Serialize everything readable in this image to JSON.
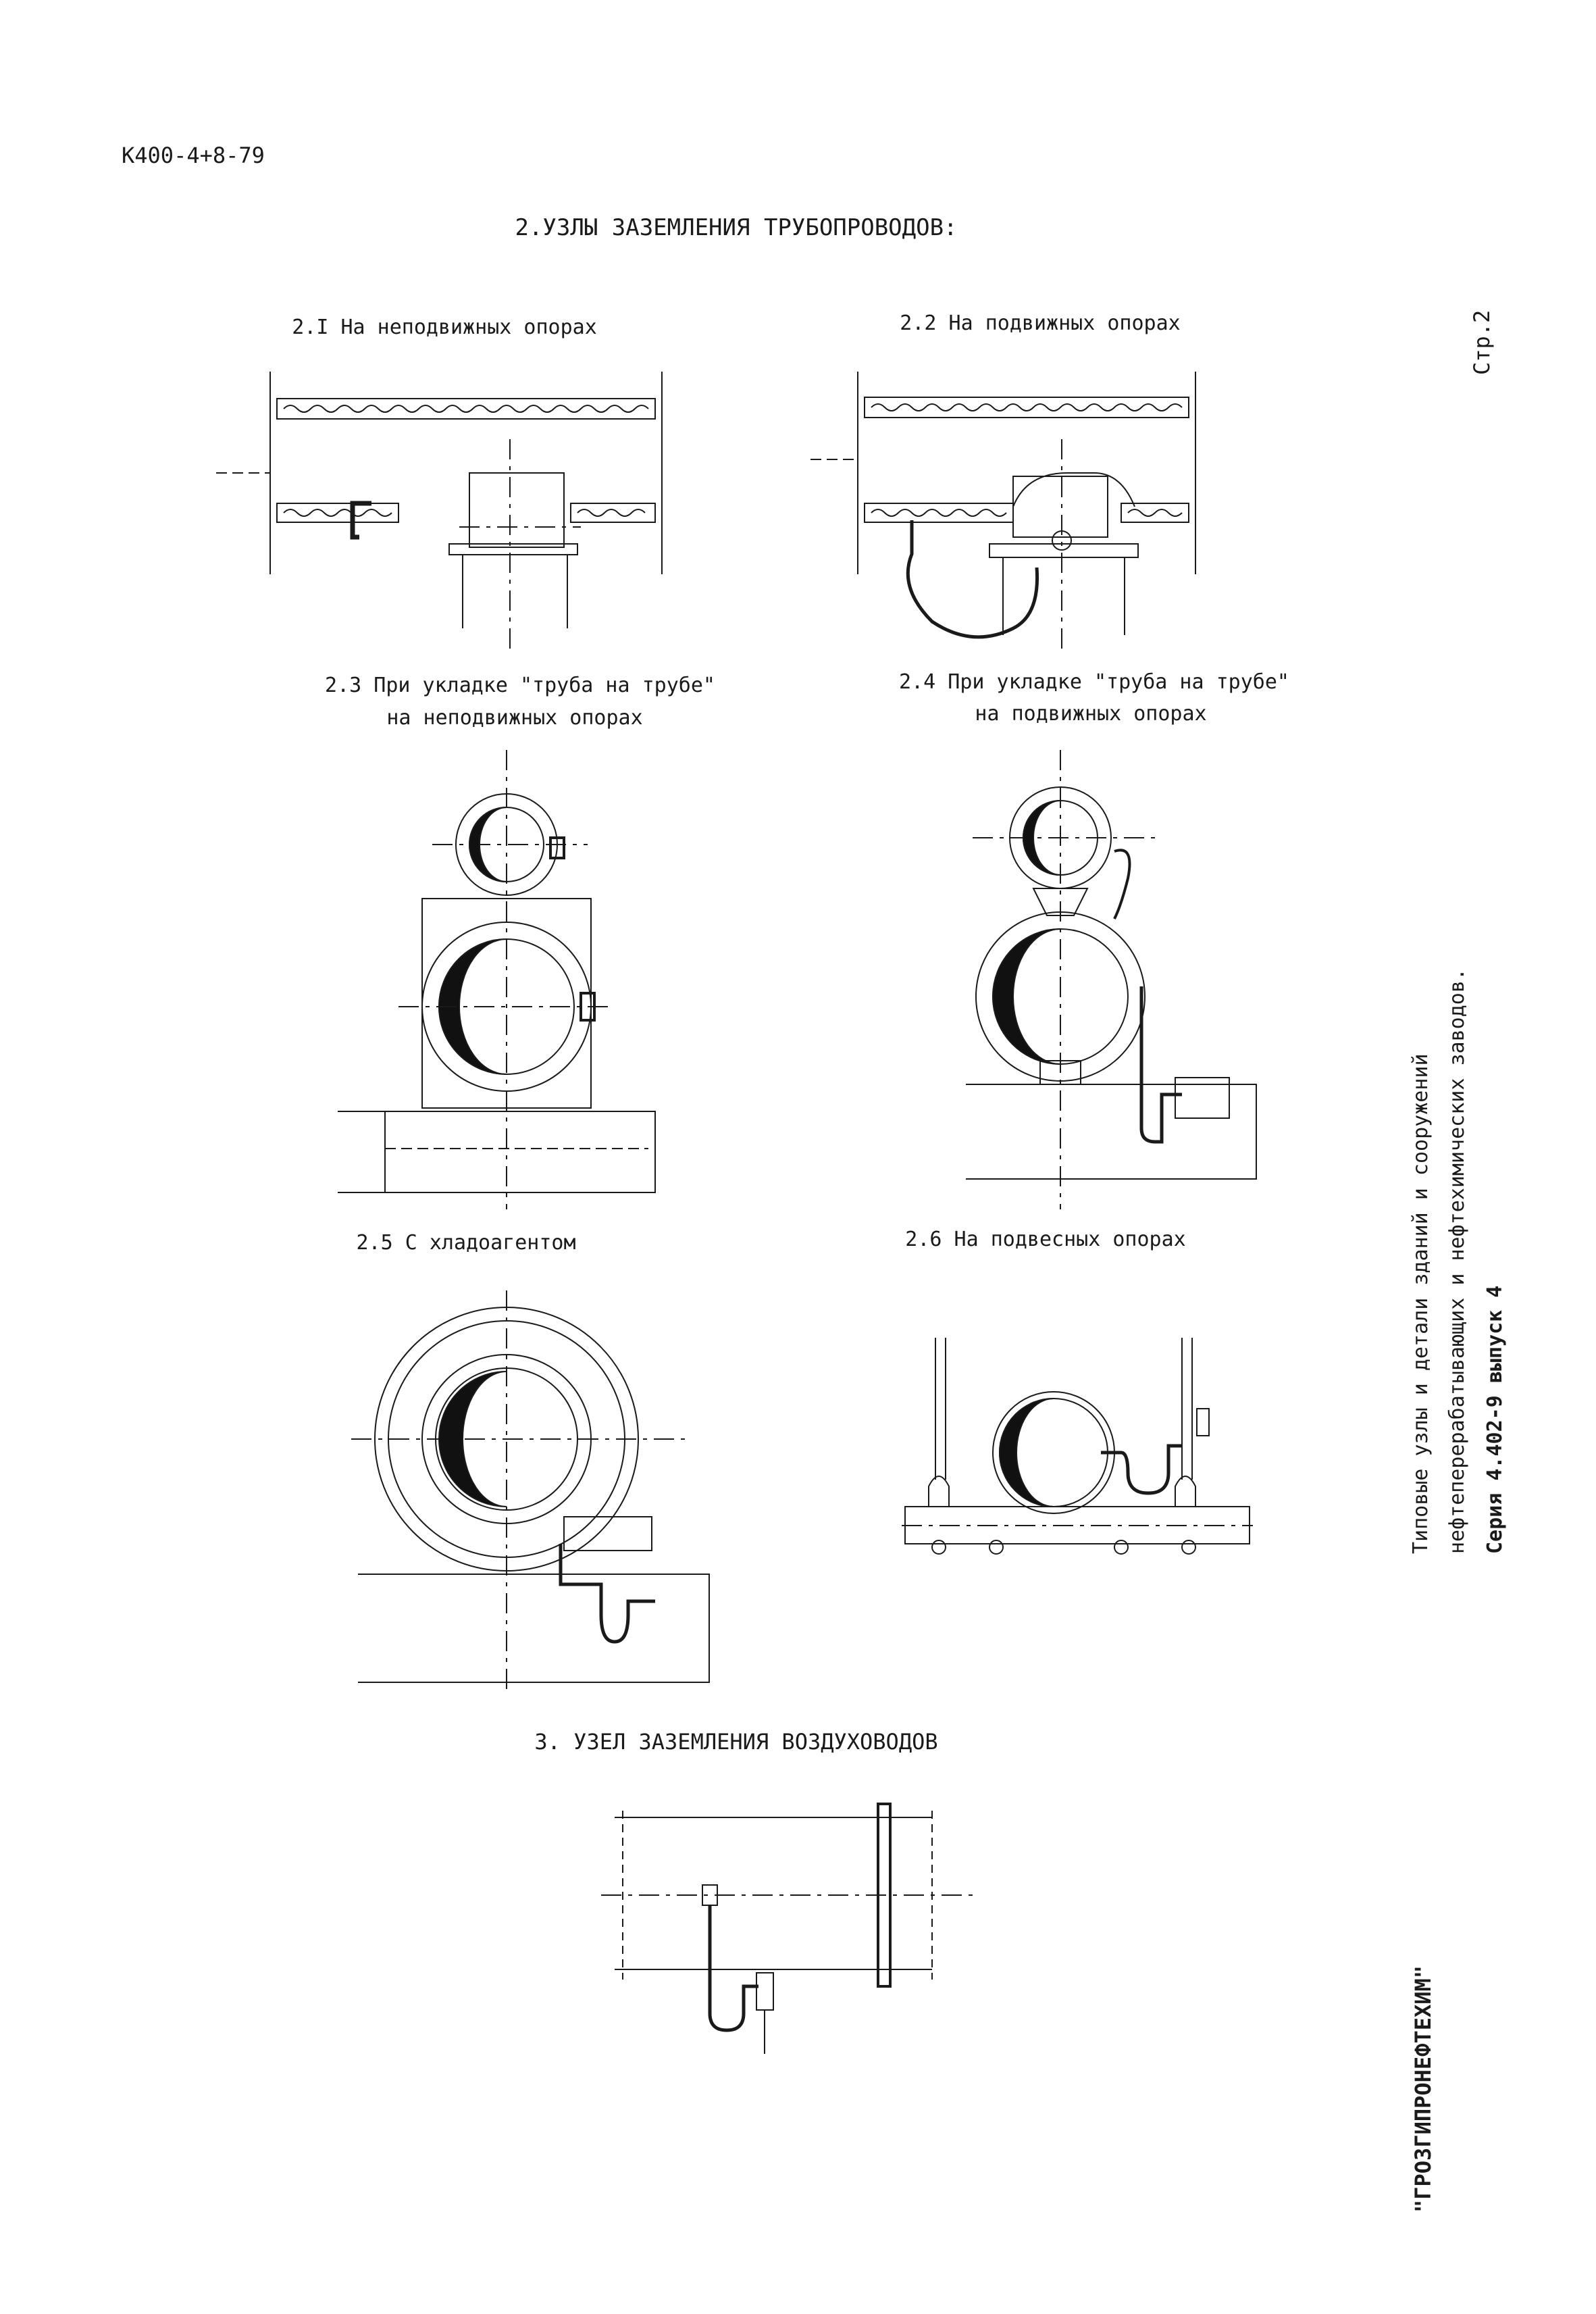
{
  "doc_code": "К400-4+8-79",
  "section_title": "2.УЗЛЫ ЗАЗЕМЛЕНИЯ ТРУБОПРОВОДОВ:",
  "figures": [
    {
      "label": "2.I На неподвижных опорах"
    },
    {
      "label": "2.2 На подвижных опорах"
    },
    {
      "label_line1": "2.3 При укладке \"труба на трубе\"",
      "label_line2": "на неподвижных опорах"
    },
    {
      "label_line1": "2.4 При укладке \"труба на трубе\"",
      "label_line2": "на подвижных опорах"
    },
    {
      "label": "2.5 С хладоагентом"
    },
    {
      "label": "2.6 На подвесных опорах"
    }
  ],
  "section3_title": "3. УЗЕЛ ЗАЗЕМЛЕНИЯ ВОЗДУХОВОДОВ",
  "sidebar": {
    "page": "Стр.2",
    "series_line1": "Типовые узлы и детали зданий и сооружений",
    "series_line2": "нефтеперерабатывающих и нефтехимических заводов.",
    "series_line3": "Серия 4.402-9 выпуск 4",
    "org": "\"ГРОЗГИПРОНЕФТЕХИМ\""
  }
}
